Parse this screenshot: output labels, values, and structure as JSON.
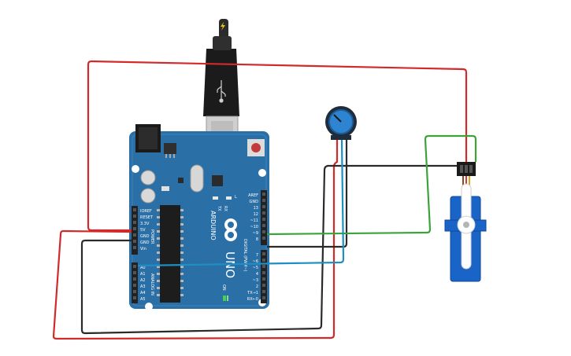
{
  "board": {
    "logo_text": "ARDUINO",
    "model": "UNO",
    "on_label": "ON",
    "power_header": "POWER",
    "analog_header": "ANALOG IN",
    "digital_header": "DIGITAL (PWM~)",
    "tx_label": "TX",
    "rx_label": "RX",
    "l_label": "L",
    "power_pins": [
      "IOREF",
      "RESET",
      "3.3V",
      "5V",
      "GND",
      "GND",
      "Vin"
    ],
    "analog_pins": [
      "A0",
      "A1",
      "A2",
      "A3",
      "A4",
      "A5"
    ],
    "digital_pins_top": [
      "AREF",
      "GND",
      "13",
      "12",
      "~11",
      "~10",
      "~9",
      "8"
    ],
    "digital_pins_bottom": [
      "7",
      "~6",
      "~5",
      "4",
      "~3",
      "2",
      "TX→1",
      "RX←0"
    ],
    "colors": {
      "pcb": "#2a6fa6",
      "pcb_dark": "#1f5a8a",
      "header": "#222222"
    }
  },
  "wires": {
    "colors": {
      "power": "#d22a2a",
      "ground": "#2a2a2a",
      "signal": "#3aa33a",
      "analog": "#1e8fc2"
    }
  },
  "components": [
    "arduino-uno",
    "usb-cable",
    "potentiometer",
    "servo-motor"
  ],
  "icons": [
    "lightning-icon",
    "usb-icon"
  ]
}
